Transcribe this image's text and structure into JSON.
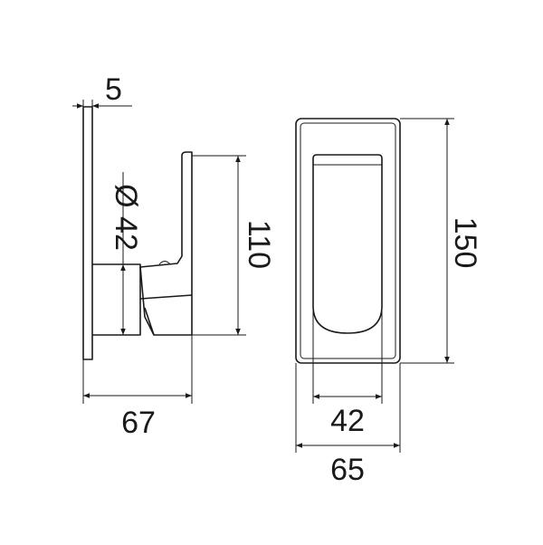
{
  "dimensions": {
    "plate_thickness": "5",
    "body_diameter": "Ø 42",
    "side_height": "110",
    "side_depth": "67",
    "front_height": "150",
    "lever_width": "42",
    "front_width": "65"
  }
}
